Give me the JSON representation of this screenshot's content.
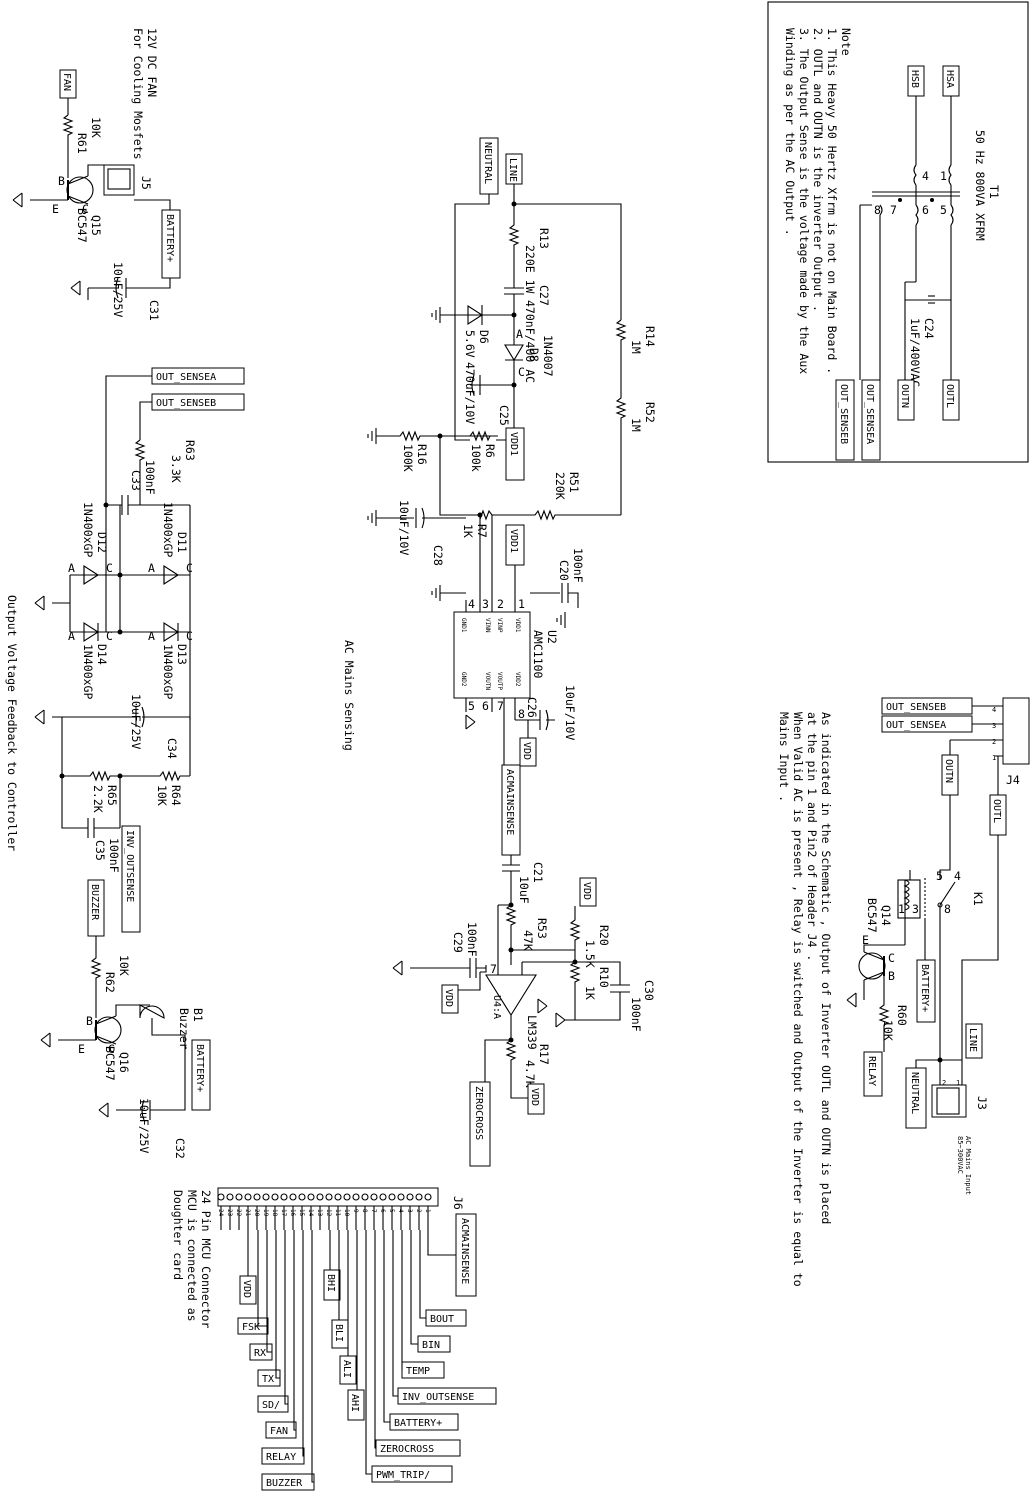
{
  "transformer": {
    "ref": "T1",
    "title": "50 Hz 800VA XFRM",
    "pins": [
      "1",
      "4",
      "5",
      "6",
      "7",
      "8"
    ],
    "hsa": "HSA",
    "hsb": "HSB",
    "outl": "OUTL",
    "outn": "OUTN",
    "c24_ref": "C24",
    "c24_val": "1uF/400VAC",
    "sensea": "OUT_SENSEA",
    "senseb": "OUT_SENSEB"
  },
  "note": {
    "title": "Note",
    "lines": [
      "1. This Heavy 50 Hertz  Xfrm is not on Main Board .",
      "2. OUTL and OUTN is the inverter Output .",
      "3. The Output Sense is the voltage made by the Aux",
      "   Winding as per the AC Output ."
    ]
  },
  "fan": {
    "title1": "12V DC FAN",
    "title2": "For Cooling Mosfets",
    "fan_label": "FAN",
    "r61_val": "10K",
    "r61_ref": "R61",
    "q15_ref": "Q15",
    "q15_part": "BC547",
    "j5_ref": "J5",
    "battery": "BATTERY+",
    "c31_val": "10uF/25V",
    "c31_ref": "C31",
    "pin_b": "B",
    "pin_c": "C",
    "pin_e": "E"
  },
  "mains_sensing": {
    "title": "AC Mains Sensing",
    "neutral": "NEUTRAL",
    "line": "LINE",
    "r13_ref": "R13",
    "r13_val": "220E 1W",
    "c27_ref": "C27",
    "c27_val": "470nF/400 AC",
    "d6_ref": "D6",
    "d6_val": "5.6V",
    "d8_ref": "D8",
    "d8_val": "1N4007",
    "c25_ref": "C25",
    "c25_val": "470uF/10V",
    "r14_ref": "R14",
    "r14_val": "1M",
    "r52_ref": "R52",
    "r52_val": "1M",
    "r16_ref": "R16",
    "r16_val": "100K",
    "r6_ref": "R6",
    "r6_val": "100k",
    "vdd1": "VDD1",
    "r51_ref": "R51",
    "r51_val": "220K",
    "r7_ref": "R7",
    "r7_val": "1K",
    "c28_ref": "C28",
    "c28_val": "10uF/10V",
    "c20_ref": "C20",
    "c20_val": "100nF",
    "u2_ref": "U2",
    "u2_part": "AMC1100",
    "u2_pins_left": [
      "VDD1",
      "VINP",
      "VINN",
      "GND1"
    ],
    "u2_pins_right": [
      "VDD2",
      "VOUTP",
      "VOUTN",
      "GND2"
    ],
    "u2_nums": [
      "1",
      "2",
      "3",
      "4",
      "5",
      "6",
      "7",
      "8"
    ],
    "c26_ref": "C26",
    "c26_val": "10uF/10V",
    "vdd": "VDD",
    "acmainsense": "ACMAINSENSE",
    "c21_ref": "C21",
    "c21_val": "10uF",
    "r53_ref": "R53",
    "r53_val": "47K",
    "r20_ref": "R20",
    "r20_val": "1.5K",
    "r10_ref": "R10",
    "r10_val": "1K",
    "c30_ref": "C30",
    "c30_val": "100nF",
    "c29_ref": "C29",
    "c29_val": "100nF",
    "u4_ref": "U4:A",
    "u4_part": "LM339",
    "r17_ref": "R17",
    "r17_val": "4.7K",
    "zerocross": "ZEROCROSS",
    "pin_a": "A",
    "pin_c": "C"
  },
  "feedback": {
    "title": "Output Voltage Feedback to Controller",
    "sensea": "OUT_SENSEA",
    "senseb": "OUT_SENSEB",
    "r63_ref": "R63",
    "r63_val": "3.3K",
    "c33_ref": "C33",
    "c33_val": "100nF",
    "d11_ref": "D11",
    "d12_ref": "D12",
    "d13_ref": "D13",
    "d14_ref": "D14",
    "diode_val": "1N400xGP",
    "c34_ref": "C34",
    "c34_val": "10uF/25V",
    "r64_ref": "R64",
    "r64_val": "10K",
    "r65_ref": "R65",
    "r65_val": "2.2K",
    "c35_ref": "C35",
    "c35_val": "100nF",
    "inv_outsense": "INV_OUTSENSE",
    "pin_a": "A",
    "pin_c": "C"
  },
  "buzzer": {
    "label": "BUZZER",
    "r62_val": "10K",
    "r62_ref": "R62",
    "b1_ref": "B1",
    "b1_name": "Buzzer",
    "q16_ref": "Q16",
    "q16_part": "BC547",
    "battery": "BATTERY+",
    "c32_val": "10uF/25V",
    "c32_ref": "C32",
    "pin_b": "B",
    "pin_c": "C",
    "pin_e": "E"
  },
  "relay_section": {
    "j4_ref": "J4",
    "j4_pins": [
      "4",
      "3",
      "2",
      "1"
    ],
    "senseb": "OUT_SENSEB",
    "sensea": "OUT_SENSEA",
    "outn": "OUTN",
    "outl": "OUTL",
    "k1_ref": "K1",
    "k1_pins": [
      "4",
      "5",
      "8",
      "1",
      "3"
    ],
    "q14_ref": "Q14",
    "q14_part": "BC547",
    "battery": "BATTERY+",
    "r60_ref": "R60",
    "r60_val": "10K",
    "relay": "RELAY",
    "line": "LINE",
    "neutral": "NEUTRAL",
    "j3_ref": "J3",
    "j3_pins": [
      "2",
      "1"
    ],
    "j3_title1": "AC Mains Input",
    "j3_title2": "85~300VAC",
    "pin_b": "B",
    "pin_c": "C",
    "pin_e": "E",
    "desc_lines": [
      "As indicated in the Schematic , Output of Inverter OUTL and OUTN is placed",
      "at the pin 1 and Pin2 of Header J4 .",
      "When Valid AC is present , Relay is switched and Output of the Inverter is equal to",
      "Mains Input ."
    ]
  },
  "mcu_connector": {
    "ref": "J6",
    "title": "24 Pin MCU Connector",
    "sub1": "MCU is connected as",
    "sub2": "Doughter card",
    "pins": [
      "1",
      "2",
      "3",
      "4",
      "5",
      "6",
      "7",
      "8",
      "9",
      "10",
      "11",
      "12",
      "13",
      "14",
      "15",
      "16",
      "17",
      "18",
      "19",
      "20",
      "21",
      "22",
      "23",
      "24"
    ],
    "nets": {
      "acmainsense": "ACMAINSENSE",
      "bout": "BOUT",
      "bin": "BIN",
      "temp": "TEMP",
      "inv_outsense": "INV_OUTSENSE",
      "battery": "BATTERY+",
      "zerocross": "ZEROCROSS",
      "pwm_trip": "PWM_TRIP/",
      "ahi": "AHI",
      "ali": "ALI",
      "bli": "BLI",
      "bhi": "BHI",
      "vdd": "VDD",
      "fsk": "FSK",
      "rx": "RX",
      "tx": "TX",
      "sd": "SD/",
      "fan": "FAN",
      "relay": "RELAY",
      "buzzer": "BUZZER"
    }
  }
}
